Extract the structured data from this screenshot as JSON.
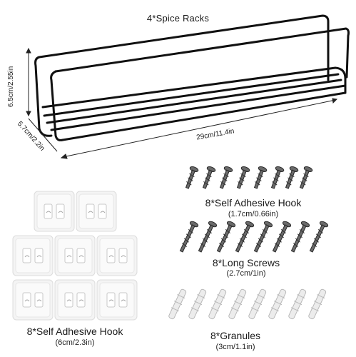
{
  "title": "4*Spice Racks",
  "rack": {
    "height_label": "6.5cm/2.55in",
    "depth_label": "5.7cm/2.2in",
    "length_label": "29cm/11.4in"
  },
  "hook_screws": {
    "label": "8*Self Adhesive Hook",
    "size": "(1.7cm/0.66in)"
  },
  "long_screws": {
    "label": "8*Long Screws",
    "size": "(2.7cm/1in)"
  },
  "adhesive_hooks": {
    "label": "8*Self Adhesive Hook",
    "size": "(6cm/2.3in)"
  },
  "granules": {
    "label": "8*Granules",
    "size": "(3cm/1.1in)"
  },
  "colors": {
    "rack": "#111111",
    "hook_pad": "#f2f2f2",
    "granule": "#e8e8e8"
  }
}
